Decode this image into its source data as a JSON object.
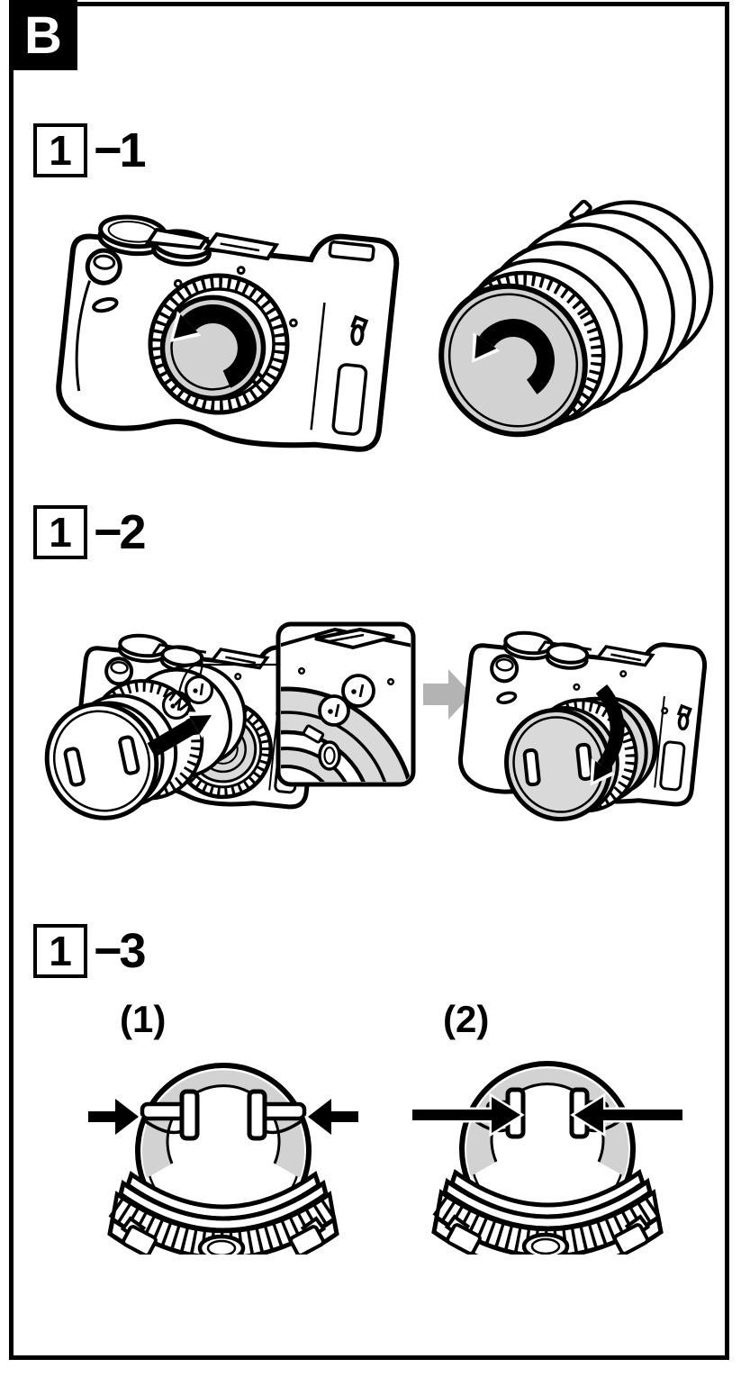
{
  "page": {
    "section_label": "B"
  },
  "steps": {
    "s1": {
      "number": "1",
      "suffix": "−1"
    },
    "s2": {
      "number": "1",
      "suffix": "−2"
    },
    "s3": {
      "number": "1",
      "suffix": "−3"
    }
  },
  "substeps": {
    "first": "(1)",
    "second": "(2)"
  },
  "colors": {
    "line": "#000000",
    "page_background": "#ffffff",
    "badge_background": "#000000",
    "badge_text": "#ffffff",
    "cap_gray": "#d2d2d2",
    "shade_gray": "#d9d9d9",
    "next_arrow_gray": "#b3b3b3"
  },
  "icons": {
    "rotate-ccw-arrow-icon": "curved arrow, counterclockwise (remove caps)",
    "rotate-cw-arrow-icon": "curved arrow, clockwise (lock lens)",
    "attach-push-arrow-icon": "straight arrow, push lens into mount",
    "next-step-arrow-icon": "gray arrow pointing right between panels",
    "pinch-arrow-left-icon": "black arrow pressing cap tab from left",
    "pinch-arrow-right-icon": "black arrow pressing cap tab from right",
    "index-mark-callout-icon": "circles highlighting mounting index marks"
  }
}
